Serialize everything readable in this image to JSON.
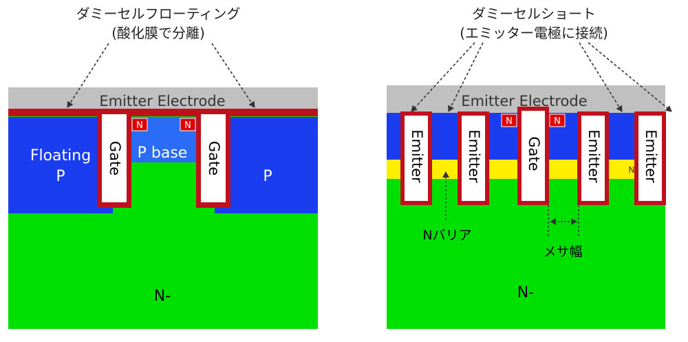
{
  "left": {
    "annotation_line1": "ダミーセルフローティング",
    "annotation_line2": "(酸化膜で分離)",
    "electrode_label": "Emitter Electrode",
    "floating_p_line1": "Floating",
    "floating_p_line2": "P",
    "gate_label": "Gate",
    "p_base_label": "P base",
    "p_label": "P",
    "n_plus_label": "N",
    "drift_label": "N-"
  },
  "right": {
    "annotation_line1": "ダミーセルショート",
    "annotation_line2": "(エミッター電極に接続)",
    "electrode_label": "Emitter Electrode",
    "trench_emitter_label": "Emitter",
    "gate_label": "Gate",
    "n_plus_label": "N",
    "n_barrier_label": "Nバリア",
    "mesa_width_label": "メサ幅",
    "drift_label": "N-"
  },
  "colors": {
    "electrode": "#c0c0c0",
    "oxide": "#c0101c",
    "p_region": "#1a3df0",
    "p_base": "#2a6cf5",
    "n_drift": "#00e000",
    "n_barrier": "#ffee00",
    "n_plus": "#e00000",
    "gate_fill": "#ffffff"
  }
}
